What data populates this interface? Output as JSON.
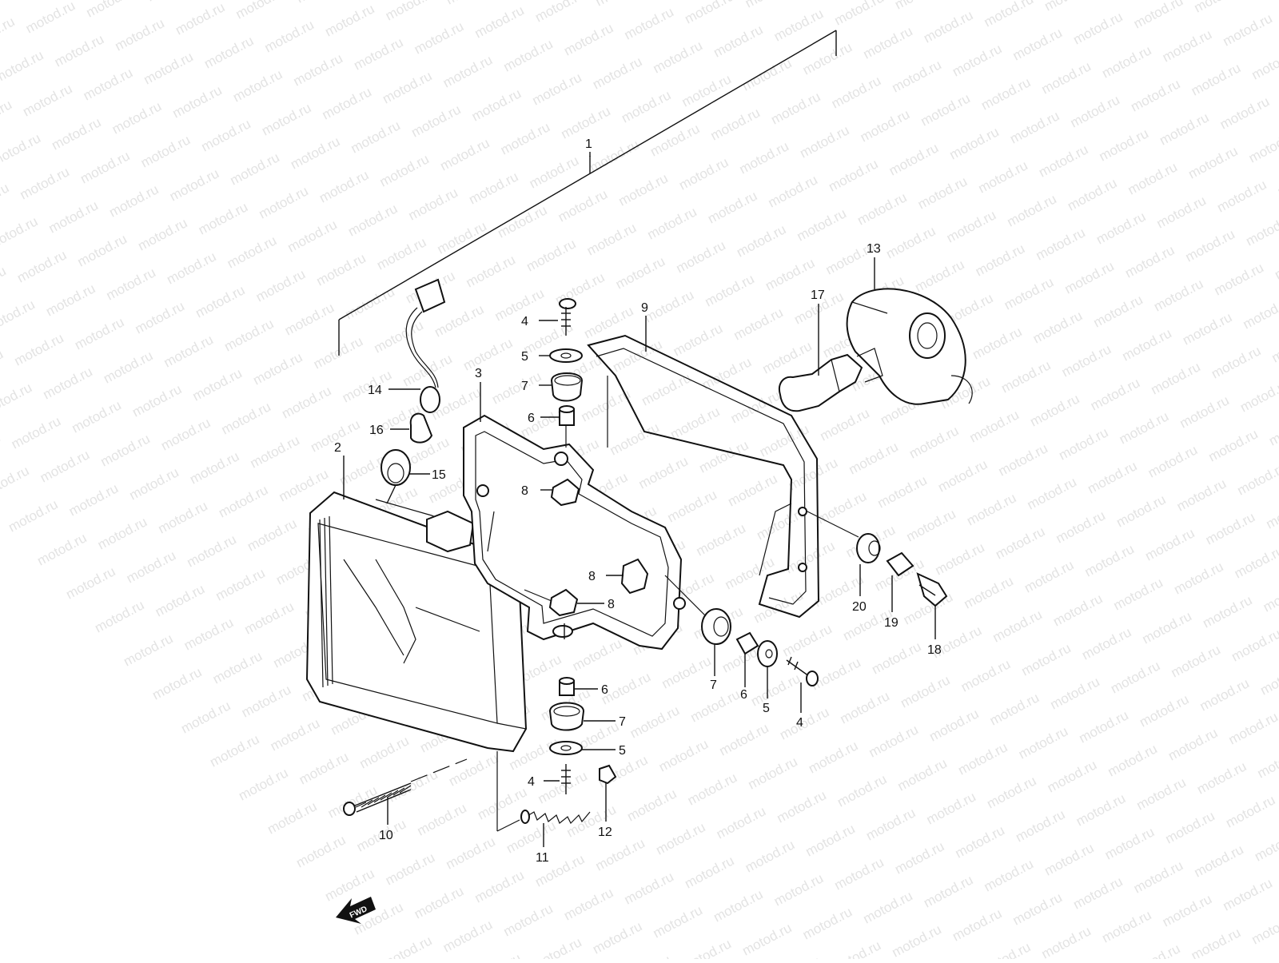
{
  "diagram": {
    "watermark_text": "motod.ru",
    "direction_badge": "FWD",
    "callouts": [
      "1",
      "2",
      "3",
      "4",
      "5",
      "6",
      "7",
      "8",
      "9",
      "10",
      "11",
      "12",
      "13",
      "14",
      "15",
      "16",
      "17",
      "18",
      "19",
      "20"
    ],
    "colors": {
      "line": "#111111",
      "background": "#ffffff",
      "watermark": "#e3e3e3"
    }
  }
}
